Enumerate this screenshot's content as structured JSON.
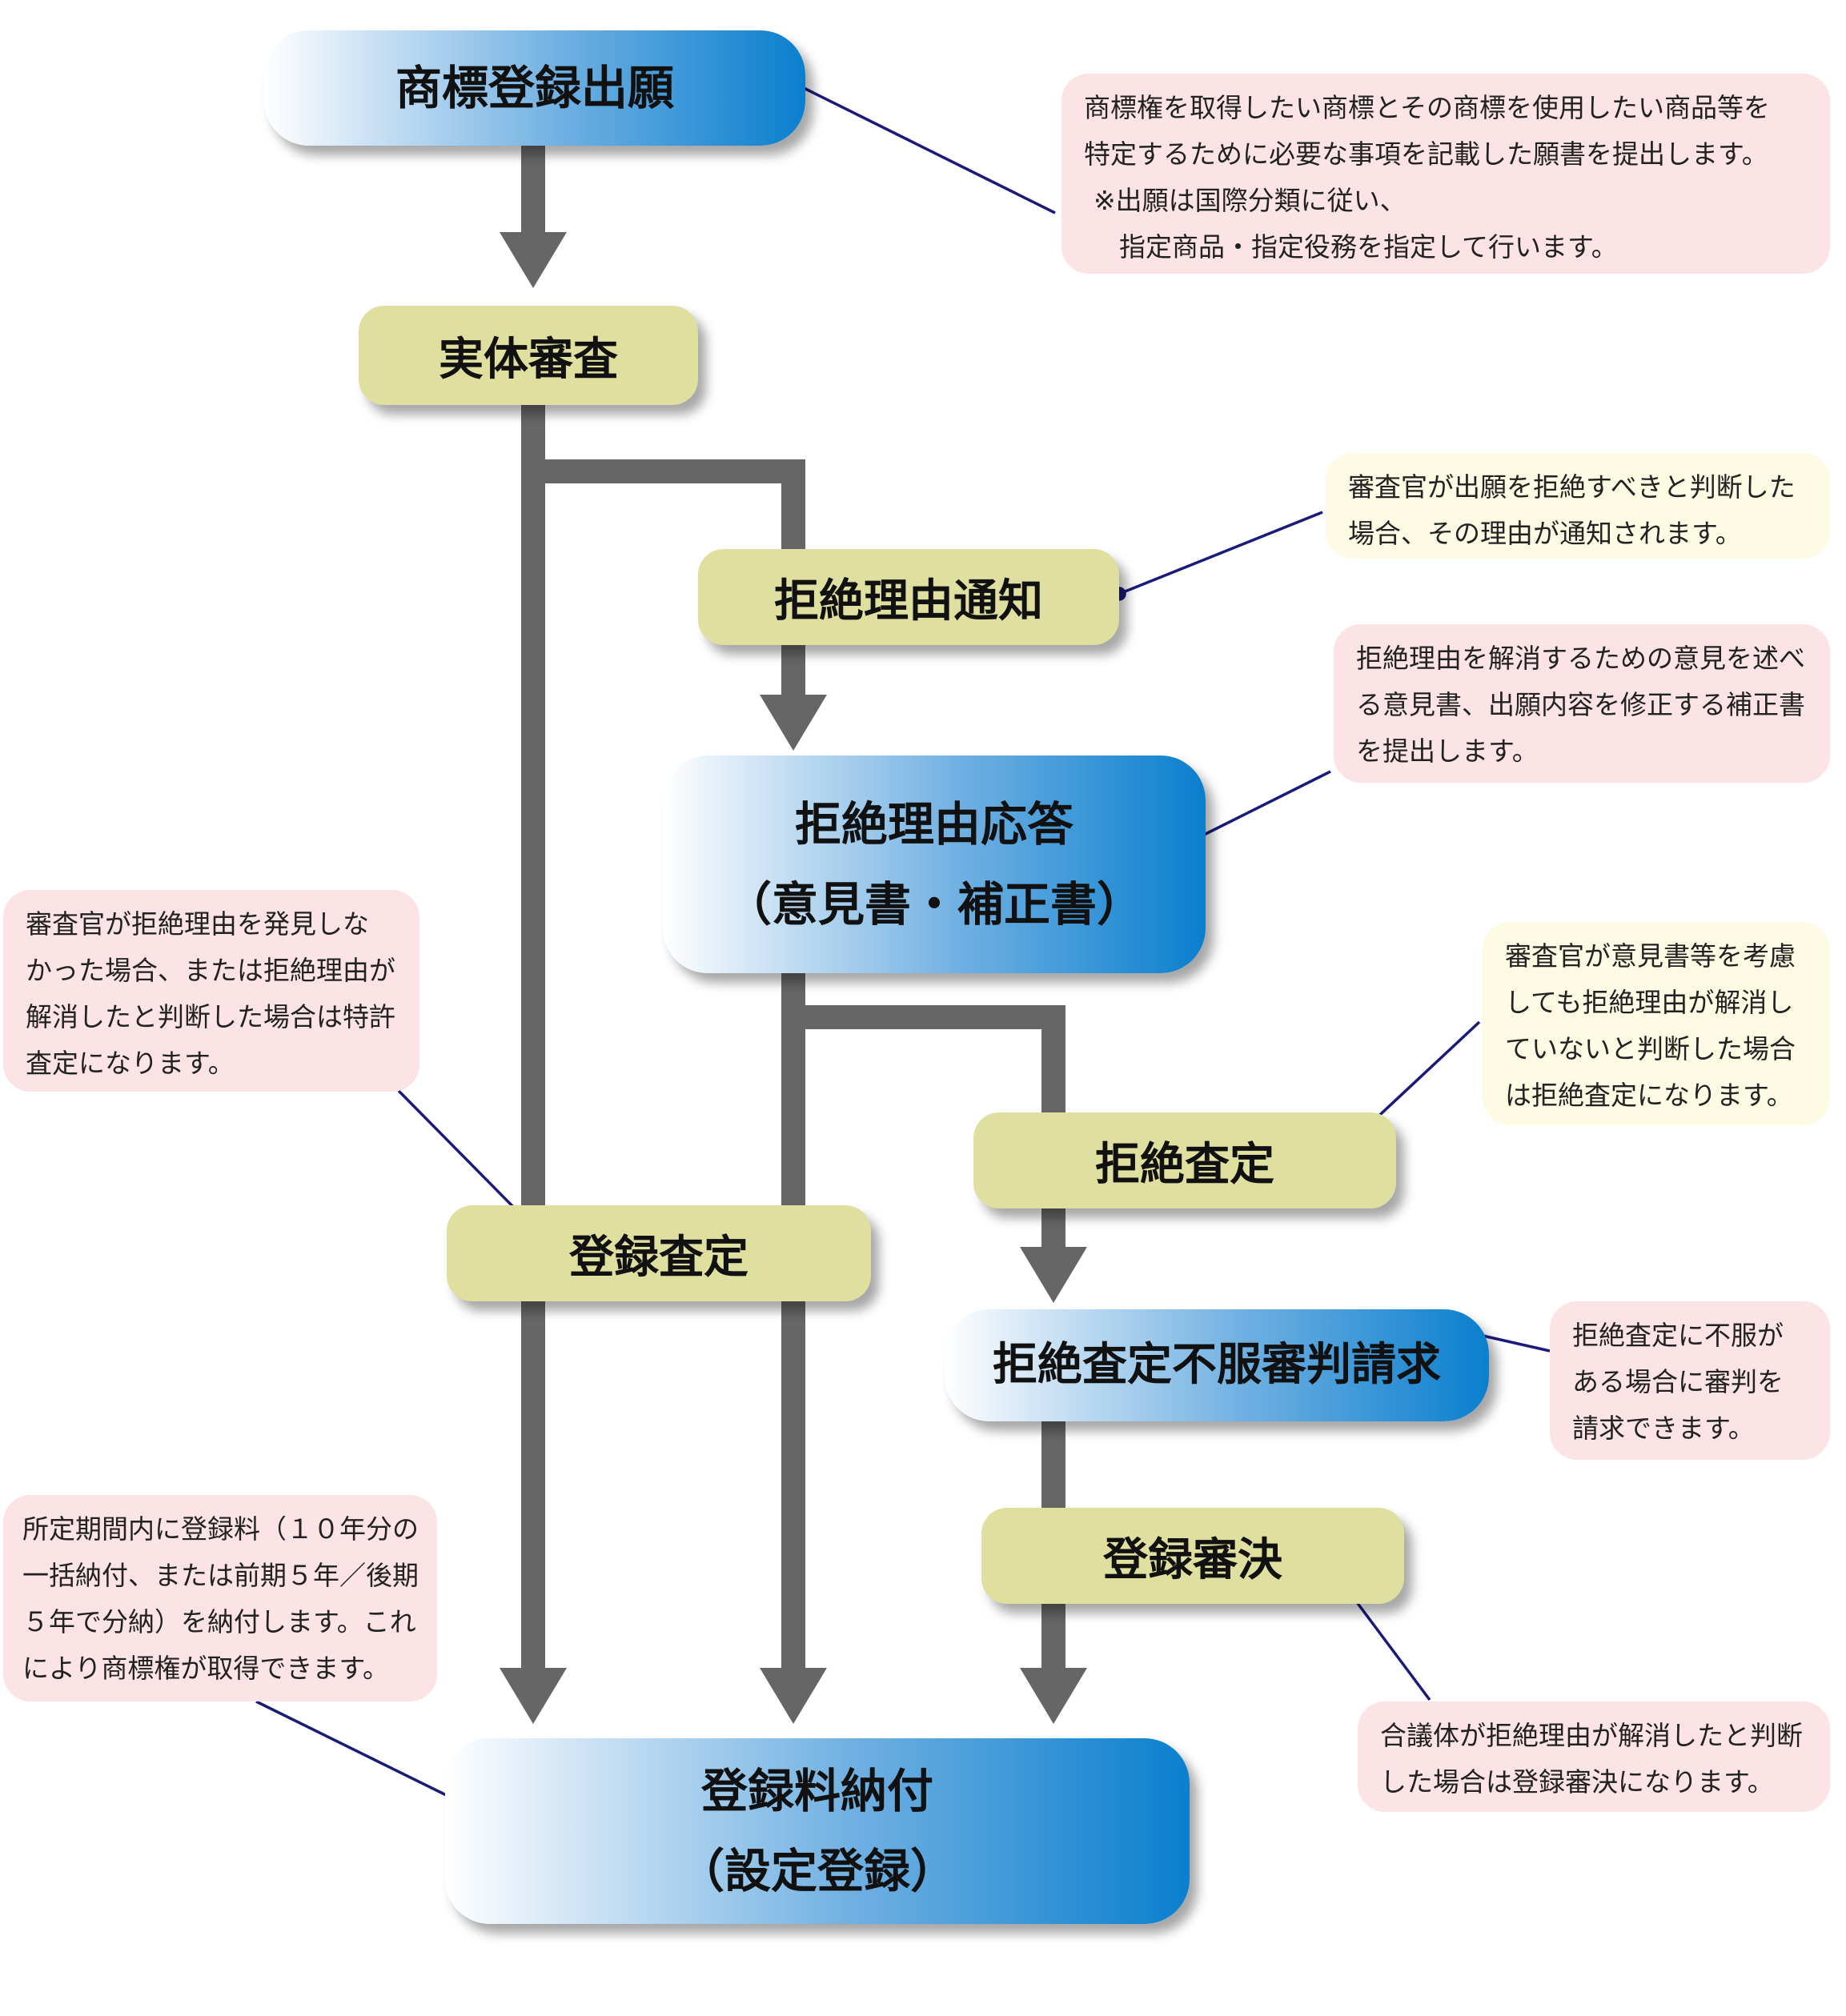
{
  "nodes": {
    "application": "商標登録出願",
    "substantive_exam": "実体審査",
    "refusal_notice": "拒絶理由通知",
    "response_line1": "拒絶理由応答",
    "response_line2": "（意見書・補正書）",
    "refusal_decision": "拒絶査定",
    "registration_decision": "登録査定",
    "appeal": "拒絶査定不服審判請求",
    "appeal_registration": "登録審決",
    "fee_line1": "登録料納付",
    "fee_line2": "（設定登録）"
  },
  "notes": {
    "application": [
      "商標権を取得したい商標とその商標を使用したい商品等を",
      "特定するために必要な事項を記載した願書を提出します。",
      "※出願は国際分類に従い、",
      "指定商品・指定役務を指定して行います。"
    ],
    "refusal_notice": [
      "審査官が出願を拒絶すべきと判断した",
      "場合、その理由が通知されます。"
    ],
    "response": [
      "拒絶理由を解消するための意見を述べ",
      "る意見書、出願内容を修正する補正書",
      "を提出します。"
    ],
    "registration_decision": [
      "審査官が拒絶理由を発見しな",
      "かった場合、または拒絶理由が",
      "解消したと判断した場合は特許",
      "査定になります。"
    ],
    "refusal_decision": [
      "審査官が意見書等を考慮",
      "しても拒絶理由が解消し",
      "ていないと判断した場合",
      "は拒絶査定になります。"
    ],
    "appeal": [
      "拒絶査定に不服が",
      "ある場合に審判を",
      "請求できます。"
    ],
    "fee": [
      "所定期間内に登録料（１０年分の",
      "一括納付、または前期５年／後期",
      "５年で分納）を納付します。これ",
      "により商標権が取得できます。"
    ],
    "appeal_registration": [
      "合議体が拒絶理由が解消したと判断",
      "した場合は登録審決になります。"
    ]
  },
  "colors": {
    "flow_arrow": "#666666",
    "leader_line": "#1a1a7a",
    "exam_box": "#dfe0a0",
    "action_box_blue": "#0a7fce",
    "note_pink": "#fbe3e6",
    "note_yellow": "#fdfbe4"
  }
}
